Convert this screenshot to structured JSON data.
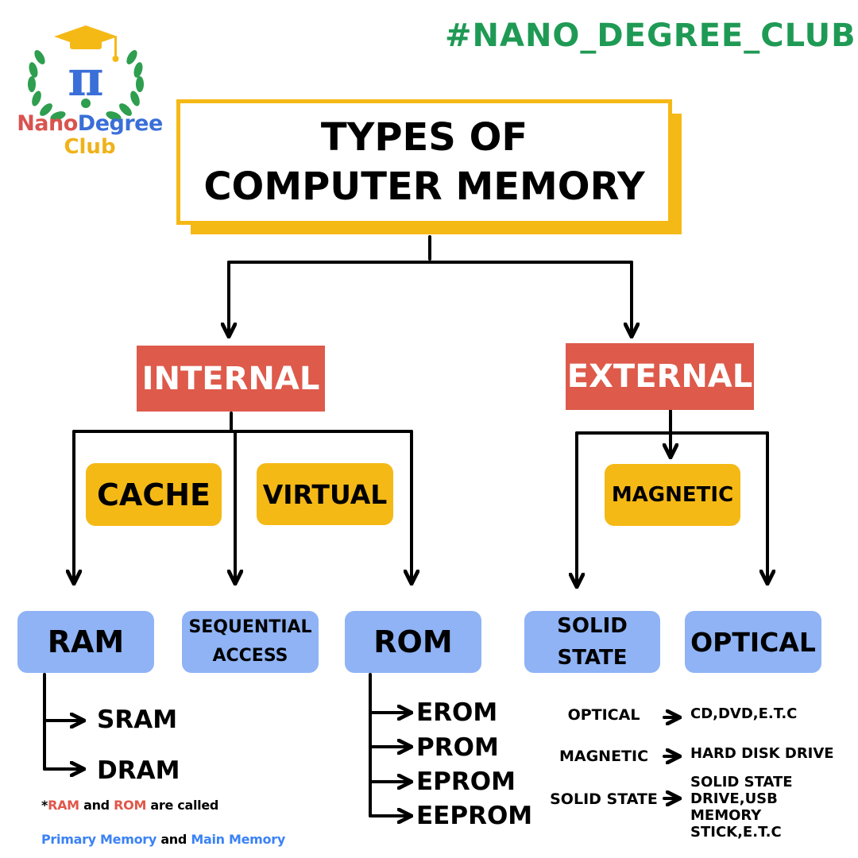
{
  "brand": {
    "hashtag": "#NANO_DEGREE_CLUB",
    "logo_word_1a": "Nano",
    "logo_word_1b": "Degree",
    "logo_word_2": "Club",
    "logo_symbol": "π",
    "logo_icon": "graduation-cap-laurel-icon"
  },
  "title": "TYPES OF COMPUTER MEMORY",
  "categories": {
    "internal": "INTERNAL",
    "external": "EXTERNAL"
  },
  "internal_types": {
    "cache": "CACHE",
    "virtual": "VIRTUAL"
  },
  "external_types": {
    "magnetic": "MAGNETIC"
  },
  "leaves": {
    "ram": "RAM",
    "sequential": "SEQUENTIAL ACCESS",
    "rom": "ROM",
    "solid_state": "SOLID STATE",
    "optical": "OPTICAL"
  },
  "ram_types": [
    "SRAM",
    "DRAM"
  ],
  "rom_types": [
    "EROM",
    "PROM",
    "EPROM",
    "EEPROM"
  ],
  "external_legend": [
    {
      "label": "OPTICAL",
      "value": "CD,DVD,E.T.C"
    },
    {
      "label": "MAGNETIC",
      "value": "HARD DISK DRIVE"
    },
    {
      "label": "SOLID STATE",
      "value": "SOLID STATE DRIVE,USB MEMORY STICK,E.T.C"
    }
  ],
  "note": {
    "star": "*",
    "ram": "RAM",
    "and": "and",
    "rom": "ROM",
    "called": "are called",
    "primary": "Primary Memory",
    "and2": "and",
    "main": "Main Memory"
  },
  "colors": {
    "accent_yellow": "#f5b916",
    "category_red": "#de5a4b",
    "leaf_blue": "#8fb3f5",
    "hashtag_green": "#1f9a55",
    "note_red": "#e0574a",
    "note_blue": "#3b82f6"
  }
}
